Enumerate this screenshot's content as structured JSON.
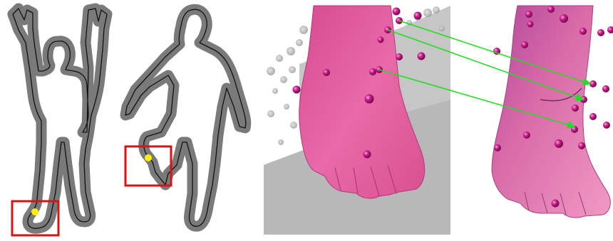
{
  "figure": {
    "panels": [
      {
        "id": "silhouette-front",
        "kind": "contour",
        "keypoint": "foot"
      },
      {
        "id": "silhouette-side",
        "kind": "contour",
        "keypoint": "foot"
      },
      {
        "id": "render-foot-a",
        "kind": "3d-render"
      },
      {
        "id": "render-foot-b",
        "kind": "3d-render"
      }
    ],
    "correspondences": 3,
    "colors": {
      "silhouette_band": "#7a7a7a",
      "contour_line": "#111111",
      "highlight_box": "#dd1111",
      "keypoint": "#ffee00",
      "skin": "#e05a9e",
      "marker": "#cc1a88",
      "match_arrow": "#22dd22",
      "background_gray": "#b8b8b8"
    }
  }
}
